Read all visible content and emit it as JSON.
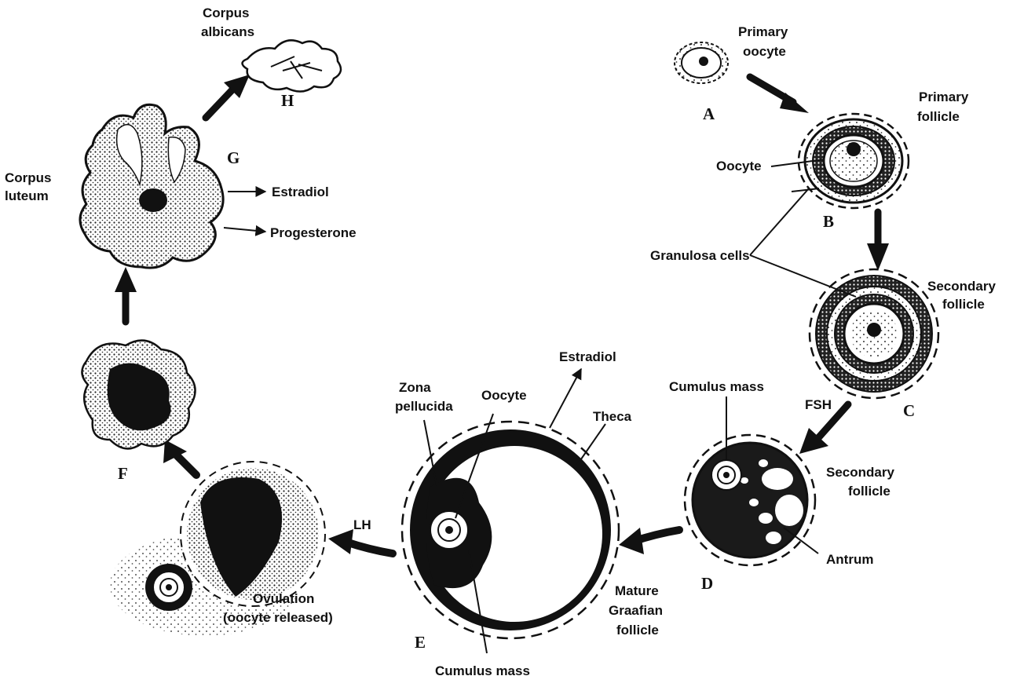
{
  "labels": {
    "corpus_albicans_1": "Corpus",
    "corpus_albicans_2": "albicans",
    "corpus_luteum_1": "Corpus",
    "corpus_luteum_2": "luteum",
    "estradiol_g": "Estradiol",
    "progesterone": "Progesterone",
    "primary_oocyte_1": "Primary",
    "primary_oocyte_2": "oocyte",
    "primary_follicle_1": "Primary",
    "primary_follicle_2": "follicle",
    "oocyte_b": "Oocyte",
    "granulosa_cells": "Granulosa cells",
    "secondary_follicle_c_1": "Secondary",
    "secondary_follicle_c_2": "follicle",
    "fsh": "FSH",
    "cumulus_mass_d": "Cumulus mass",
    "secondary_follicle_d_1": "Secondary",
    "secondary_follicle_d_2": "follicle",
    "antrum": "Antrum",
    "estradiol_e": "Estradiol",
    "zona_pellucida_1": "Zona",
    "zona_pellucida_2": "pellucida",
    "oocyte_e": "Oocyte",
    "theca": "Theca",
    "mature_1": "Mature",
    "mature_2": "Graafian",
    "mature_3": "follicle",
    "cumulus_mass_e": "Cumulus mass",
    "lh": "LH",
    "ovulation_1": "Ovulation",
    "ovulation_2": "(oocyte released)"
  },
  "stages": {
    "A": "A",
    "B": "B",
    "C": "C",
    "D": "D",
    "E": "E",
    "F": "F",
    "G": "G",
    "H": "H"
  }
}
